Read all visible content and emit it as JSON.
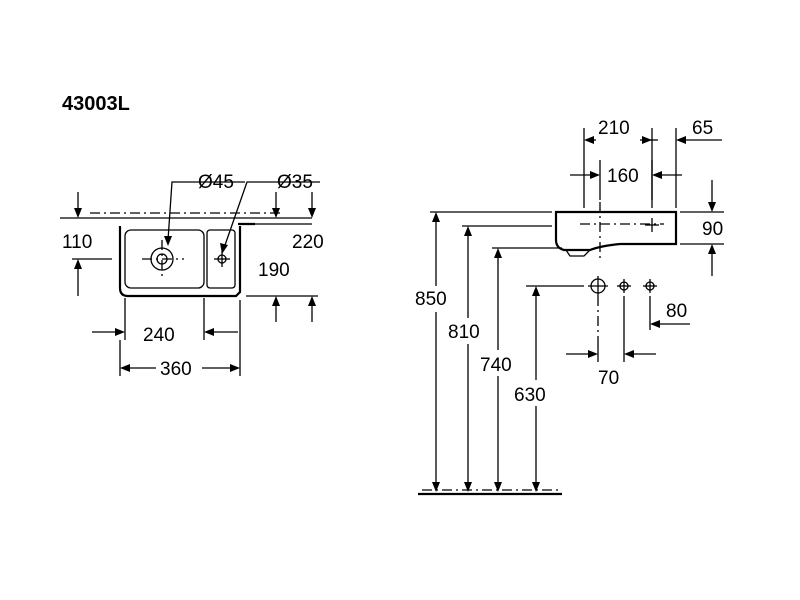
{
  "title": "43003L",
  "front_view": {
    "dim_diameter_1": "Ø45",
    "dim_diameter_2": "Ø35",
    "dim_110": "110",
    "dim_220": "220",
    "dim_190": "190",
    "dim_240": "240",
    "dim_360": "360"
  },
  "side_view": {
    "dim_210": "210",
    "dim_65": "65",
    "dim_160": "160",
    "dim_90": "90",
    "dim_850": "850",
    "dim_810": "810",
    "dim_740": "740",
    "dim_630": "630",
    "dim_80": "80",
    "dim_70": "70"
  }
}
